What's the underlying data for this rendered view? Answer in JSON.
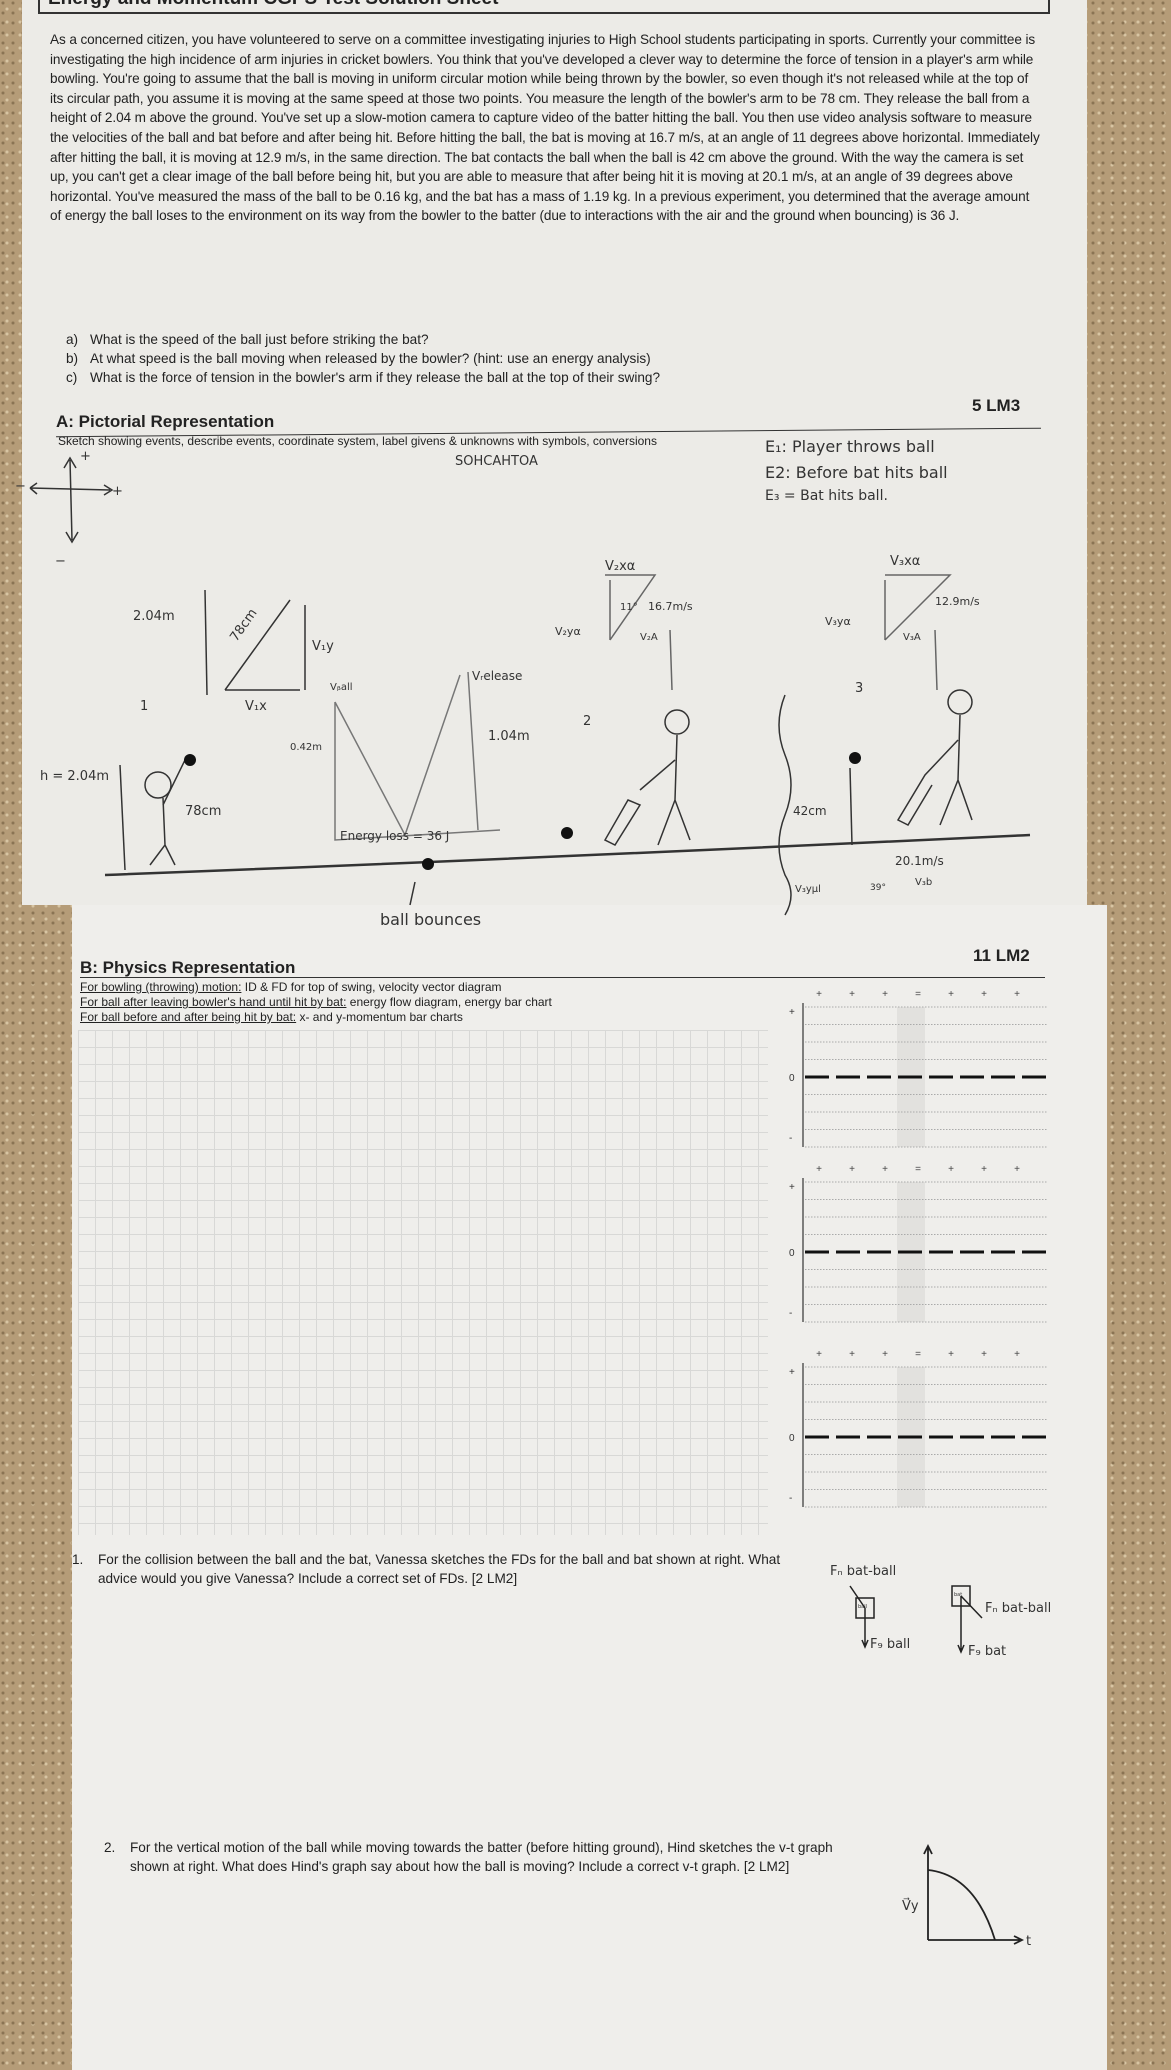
{
  "header": {
    "title": "Energy and Momentum CGPS Test Solution Sheet"
  },
  "problem": {
    "paragraph": "As a concerned citizen, you have volunteered to serve on a committee investigating injuries to High School students participating in sports. Currently your committee is investigating the high incidence of arm injuries in cricket bowlers. You think that you've developed a clever way to determine the force of tension in a player's arm while bowling. You're going to assume that the ball is moving in uniform circular motion while being thrown by the bowler, so even though it's not released while at the top of its circular path, you assume it is moving at the same speed at those two points. You measure the length of the bowler's arm to be 78 cm. They release the ball from a height of 2.04 m above the ground. You've set up a slow-motion camera to capture video of the batter hitting the ball. You then use video analysis software to measure the velocities of the ball and bat before and after being hit. Before hitting the ball, the bat is moving at 16.7 m/s, at an angle of 11 degrees above horizontal. Immediately after hitting the ball, it is moving at 12.9 m/s, in the same direction. The bat contacts the ball when the ball is 42 cm above the ground. With the way the camera is set up, you can't get a clear image of the ball before being hit, but you are able to measure that after being hit it is moving at 20.1 m/s, at an angle of 39 degrees above horizontal. You've measured the mass of the ball to be 0.16 kg, and the bat has a mass of 1.19 kg. In a previous experiment, you determined that the average amount of energy the ball loses to the environment on its way from the bowler to the batter (due to interactions with the air and the ground when bouncing) is 36 J.",
    "questions": [
      {
        "label": "a)",
        "text": "What is the speed of the ball just before striking the bat?"
      },
      {
        "label": "b)",
        "text": "At what speed is the ball moving when released by the bowler? (hint: use an energy analysis)"
      },
      {
        "label": "c)",
        "text": "What is the force of tension in the bowler's arm if they release the ball at the top of their swing?"
      }
    ]
  },
  "section_a": {
    "title": "A: Pictorial Representation",
    "marks": "5 LM3",
    "instructions": "Sketch showing events, describe events, coordinate system, label givens & unknowns with symbols, conversions",
    "handwriting": {
      "mnemonic": "SOHCAHTOA",
      "events": [
        "E₁: Player throws ball",
        "E2: Before bat hits ball",
        "E₃ = Bat hits ball."
      ],
      "axis_plus_y": "+",
      "axis_plus_x": "+",
      "axis_minus_x": "−",
      "axis_minus_y": "−",
      "labels": {
        "h1": "2.04m",
        "arm_len": "78cm",
        "v1y": "V₁y",
        "v1x": "V₁x",
        "event1": "1",
        "h_release": "h = 2.04m",
        "arm2": "78cm",
        "vball": "Vᵦall",
        "h042": "0.42m",
        "vrelease": "Vᵣelease",
        "h104": "1.04m",
        "energy_loss": "Energy loss = 36 J",
        "ball_bounces": "ball bounces",
        "v2x": "V₂xα",
        "angle11": "11°",
        "speed167": "16.7m/s",
        "v2y": "V₂yα",
        "v2a": "V₂A",
        "event2": "2",
        "v3x": "V₃xα",
        "v3y": "V₃yα",
        "speed129": "12.9m/s",
        "v3a": "V₃A",
        "event3": "3",
        "h42": "42cm",
        "speed201": "20.1m/s",
        "angle39": "39°",
        "v3b": "V₃b",
        "v3ybat": "V₃yµl"
      }
    }
  },
  "section_b": {
    "title": "B: Physics Representation",
    "marks": "11 LM2",
    "instructions": [
      {
        "underlined": "For bowling (throwing) motion:",
        "rest": " ID & FD for top of swing, velocity vector diagram"
      },
      {
        "underlined": "For ball after leaving bowler's hand until hit by bat:",
        "rest": " energy flow diagram, energy bar chart"
      },
      {
        "underlined": "For ball before and after being hit by bat:",
        "rest": " x- and y-momentum bar charts"
      }
    ],
    "bar_chart_header": [
      "+",
      "+",
      "+",
      "=",
      "+",
      "+",
      "+"
    ],
    "axis_labels": {
      "plus": "+",
      "zero": "0",
      "minus": "-"
    }
  },
  "question_1": {
    "number": "1.",
    "text": "For the collision between the ball and the bat, Vanessa sketches the FDs for the ball and bat shown at right. What advice would you give Vanessa? Include a correct set of FDs. [2 LM2]",
    "fd_labels": {
      "ball_force": "Fₙ bat-ball",
      "ball_gravity": "F₉ ball",
      "bat_force": "Fₙ bat-ball",
      "bat_gravity": "F₉ bat",
      "box_ball": "ball",
      "box_bat": "bat"
    }
  },
  "question_2": {
    "number": "2.",
    "text": "For the vertical motion of the ball while moving towards the batter (before hitting ground), Hind sketches the v-t graph shown at right. What does Hind's graph say about how the ball is moving? Include a correct v-t graph. [2 LM2]",
    "graph_labels": {
      "y": "V⃗y",
      "x": "t"
    }
  }
}
